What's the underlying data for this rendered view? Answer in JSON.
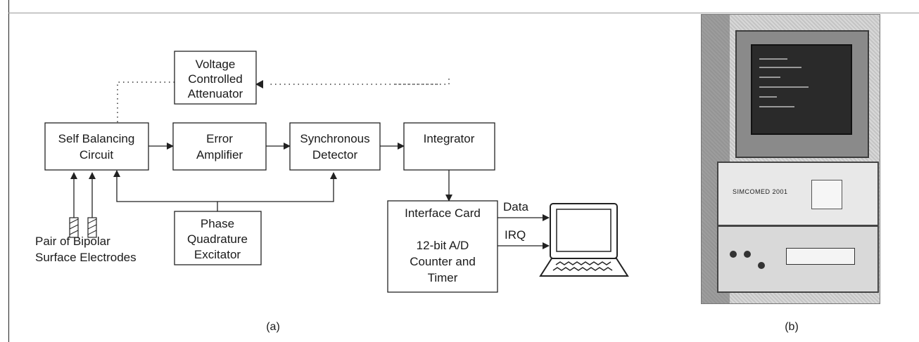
{
  "diagram": {
    "nodes": {
      "voltage_controlled_attenuator": [
        "Voltage",
        "Controlled",
        "Attenuator"
      ],
      "self_balancing_circuit": [
        "Self Balancing",
        "Circuit"
      ],
      "error_amplifier": [
        "Error",
        "Amplifier"
      ],
      "synchronous_detector": [
        "Synchronous",
        "Detector"
      ],
      "integrator": [
        "Integrator"
      ],
      "phase_quadrature_excitator": [
        "Phase",
        "Quadrature",
        "Excitator"
      ],
      "interface_card": [
        "Interface Card",
        "12-bit A/D",
        "Counter and",
        "Timer"
      ]
    },
    "electrodes_label": [
      "Pair of Bipolar",
      "Surface Electrodes"
    ],
    "signal_labels": {
      "data": "Data",
      "irq": "IRQ"
    },
    "icons": {
      "computer": "laptop-computer-icon",
      "electrode": "electrode-icon"
    }
  },
  "captions": {
    "a": "(a)",
    "b": "(b)"
  },
  "photo": {
    "device_brand": "SIMCOMED 2001"
  }
}
